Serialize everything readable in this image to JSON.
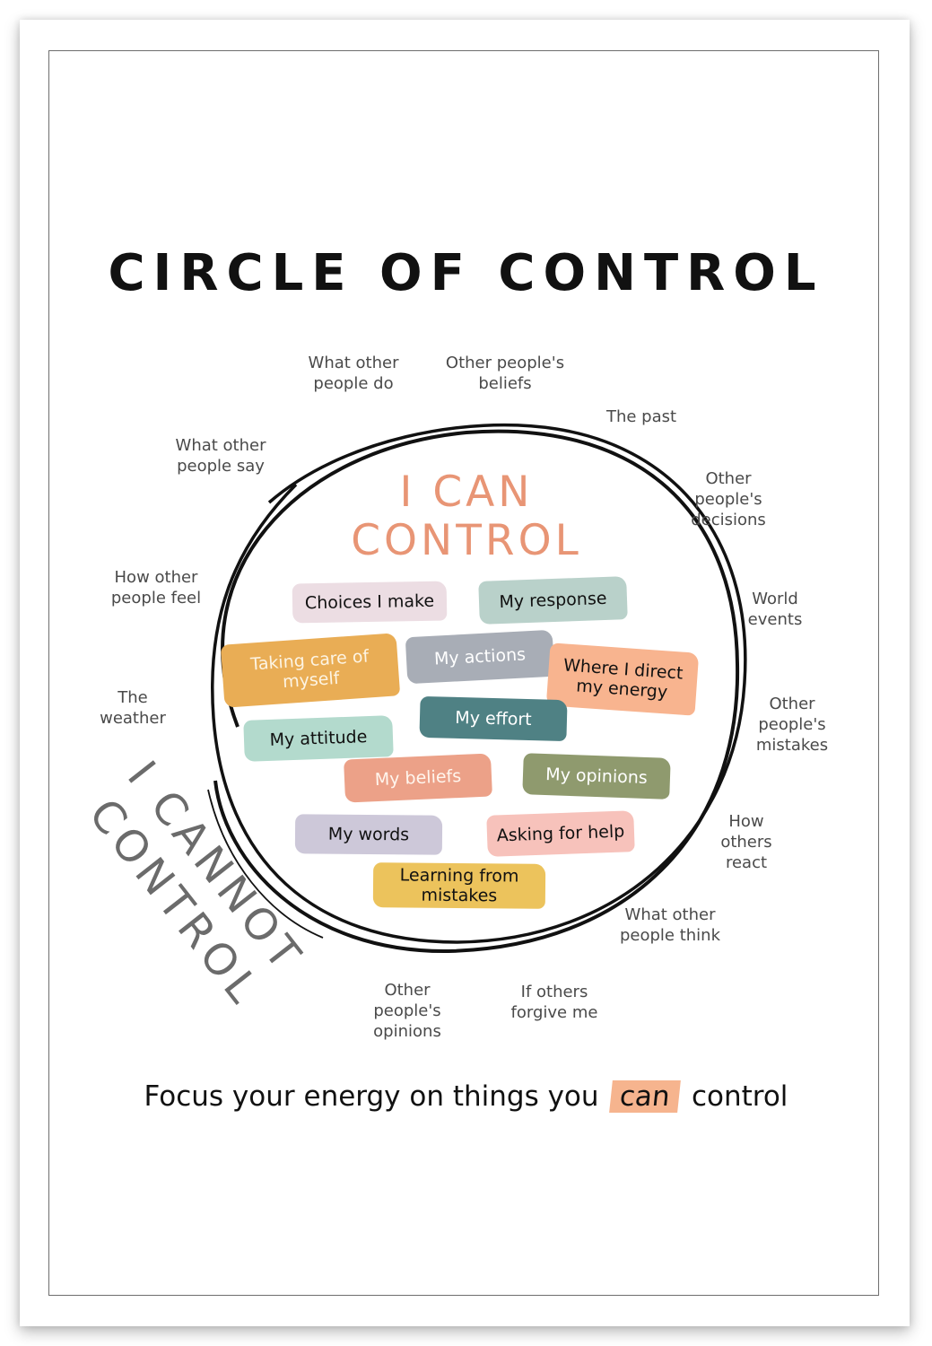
{
  "poster": {
    "title": "CIRCLE OF CONTROL",
    "inner_heading": {
      "line1": "I CAN",
      "line2": "CONTROL",
      "color": "#e89575"
    },
    "outer_heading": {
      "line1": "I CANNOT",
      "line2": "CONTROL",
      "color": "#6b6b6b"
    },
    "can_control": [
      {
        "label": "Choices I make",
        "bg": "#ecdde3",
        "fg": "#111111"
      },
      {
        "label": "My response",
        "bg": "#b9d1ca",
        "fg": "#111111"
      },
      {
        "label": "Taking care of myself",
        "bg": "#e9ad55",
        "fg": "#fdf4e3"
      },
      {
        "label": "My actions",
        "bg": "#a8adb6",
        "fg": "#ffffff"
      },
      {
        "label": "Where I direct my energy",
        "bg": "#f8b48f",
        "fg": "#111111"
      },
      {
        "label": "My effort",
        "bg": "#4f8184",
        "fg": "#ffffff"
      },
      {
        "label": "My attitude",
        "bg": "#b3dacd",
        "fg": "#111111"
      },
      {
        "label": "My beliefs",
        "bg": "#eca188",
        "fg": "#fff6ee"
      },
      {
        "label": "My opinions",
        "bg": "#8f9a6e",
        "fg": "#ffffff"
      },
      {
        "label": "My words",
        "bg": "#cdc8d9",
        "fg": "#111111"
      },
      {
        "label": "Asking for help",
        "bg": "#f7c2bb",
        "fg": "#111111"
      },
      {
        "label": "Learning from mistakes",
        "bg": "#ecc35c",
        "fg": "#111111"
      }
    ],
    "cannot_control": [
      "What other people do",
      "Other people's beliefs",
      "The past",
      "What other people say",
      "Other people's decisions",
      "How other people feel",
      "World events",
      "The weather",
      "Other people's mistakes",
      "How others react",
      "What other people think",
      "Other people's opinions",
      "If others forgive me"
    ],
    "footer": {
      "before": "Focus your energy on things you",
      "highlight": "can",
      "after": "control",
      "highlight_color": "#f6b48e"
    }
  }
}
